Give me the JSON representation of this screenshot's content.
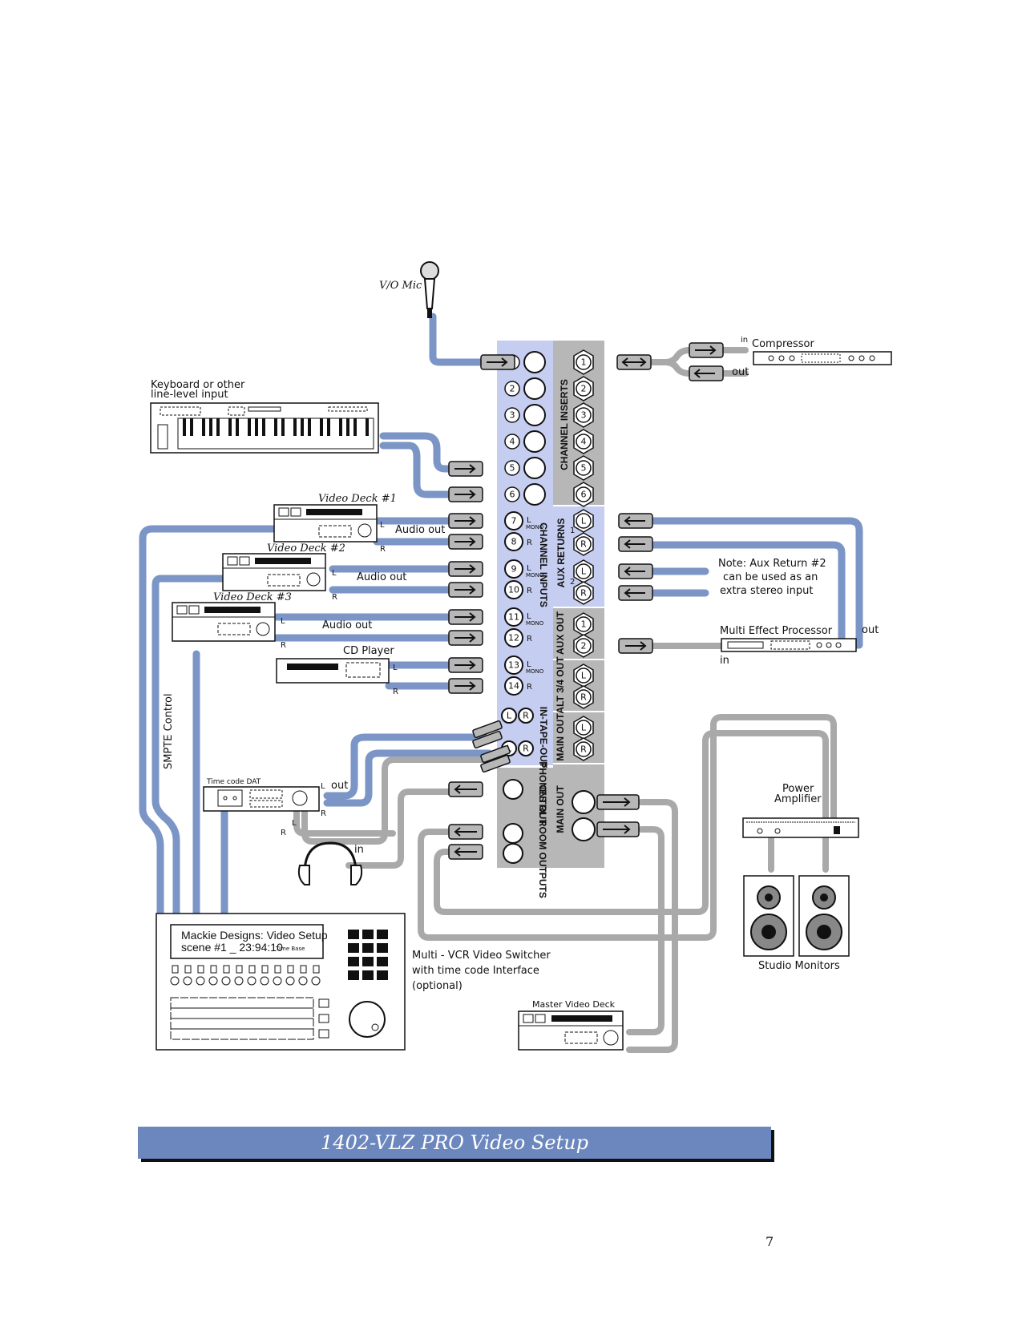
{
  "colors": {
    "cable_blue": "#7b95c6",
    "cable_gray": "#a9a9a9",
    "panel_blue": "#c5cdf0",
    "panel_gray": "#b7b7b7",
    "title_bar": "#6b87bd"
  },
  "labels": {
    "vo_mic": "V/O Mic",
    "compressor": "Compressor",
    "comp_in": "in",
    "comp_out": "out",
    "keyboard_line1": "Keyboard or other",
    "keyboard_line2": "line-level input",
    "video_deck_1": "Video Deck #1",
    "video_deck_2": "Video Deck #2",
    "video_deck_3": "Video Deck #3",
    "cd_player": "CD Player",
    "audio_out_1": "Audio out",
    "audio_out_2": "Audio out",
    "audio_out_3": "Audio out",
    "note_line1": "Note: Aux Return #2",
    "note_line2": "can be used as an",
    "note_line3": "extra stereo input",
    "multi_effect": "Multi Effect Processor",
    "mfx_in": "in",
    "mfx_out": "out",
    "smpte": "SMPTE Control",
    "time_code_dat": "Time code DAT",
    "dat_out": "out",
    "phones_in": "in",
    "power_amp_1": "Power",
    "power_amp_2": "Amplifier",
    "studio_monitors": "Studio Monitors",
    "switcher_line1": "Multi - VCR Video Switcher",
    "switcher_line2": "with time code Interface",
    "switcher_line3": "(optional)",
    "master_deck": "Master Video Deck",
    "screen_line1": "Mackie Designs:  Video Setup",
    "screen_line2": "scene #1  _  23:94:10",
    "screen_tb": "Time Base",
    "L": "L",
    "R": "R",
    "mono": "MONO"
  },
  "panel": {
    "channel_inserts": "CHANNEL INSERTS",
    "channel_inputs": "CHANNEL INPUTS",
    "aux_returns": "AUX RETURNS",
    "aux_out": "AUX OUT",
    "alt_out": "ALT 3/4 OUT",
    "main_out_1": "MAIN OUT",
    "in_tape_out": "IN-TAPE-OUT",
    "phones_out": "PHONES OUT",
    "cntrl_room": "CNTRL ROOM OUTPUTS",
    "main_out_2": "MAIN OUT",
    "mic_numbers": [
      "1",
      "2",
      "3",
      "4",
      "5",
      "6"
    ],
    "line_numbers": [
      "7",
      "8",
      "9",
      "10",
      "11",
      "12",
      "13",
      "14"
    ],
    "insert_numbers": [
      "1",
      "2",
      "3",
      "4",
      "5",
      "6"
    ],
    "aux_return_1": "1",
    "aux_return_2": "2",
    "aux_send_numbers": [
      "1",
      "2"
    ]
  },
  "title": "1402-VLZ PRO Video Setup",
  "page_number": "7"
}
